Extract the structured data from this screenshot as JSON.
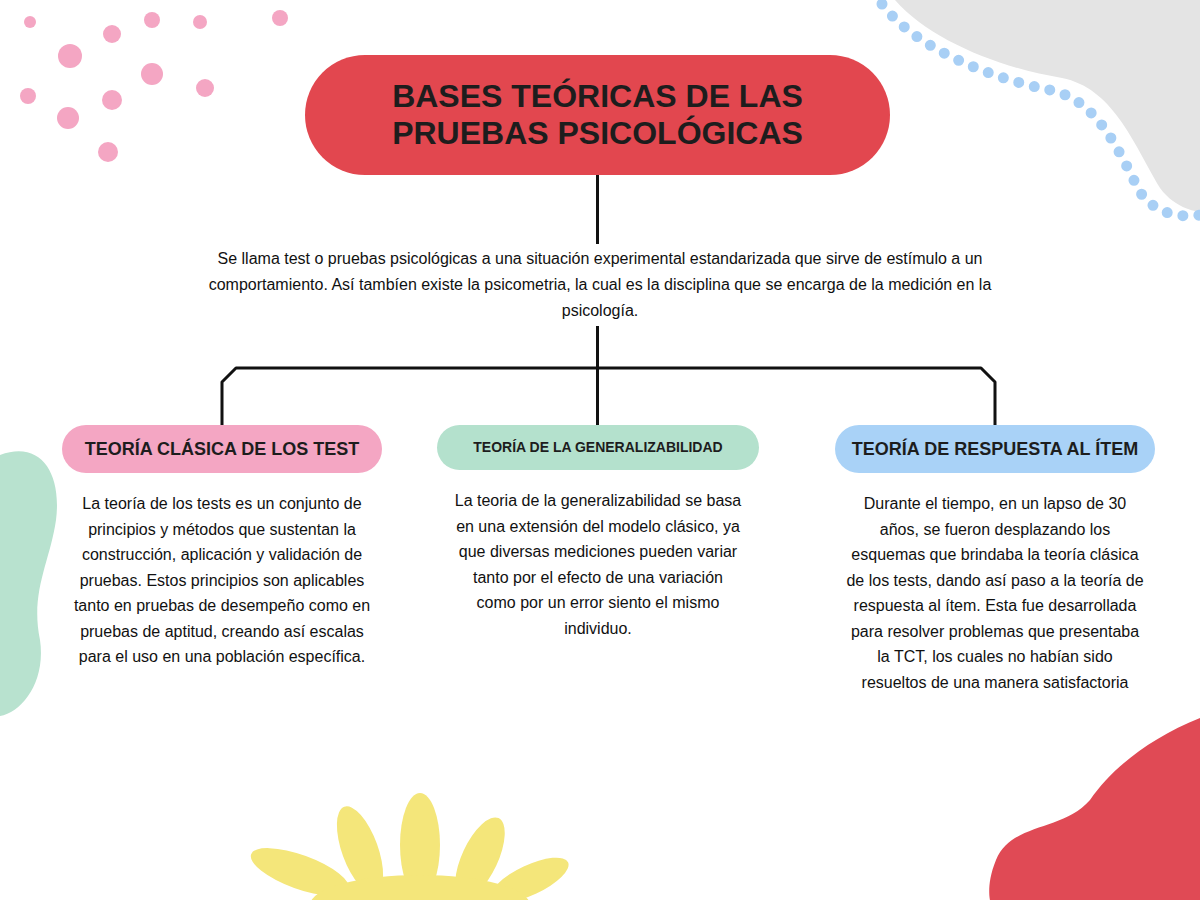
{
  "diagram": {
    "nodes": [
      {
        "text": [
          "BASES TEÓRICAS DE LAS PRUEBAS PSICOLÓGICAS"
        ]
      },
      {
        "text": [
          "TEORÍA CLÁSICA DE LOS TEST",
          "La teoría de los tests es un conjunto de principios y métodos que sustentan la construcción, aplicación y validación de pruebas. Estos principios son aplicables tanto en pruebas de desempeño como en pruebas de aptitud, creando así escalas para el uso en una población específica."
        ]
      },
      {
        "text": [
          "TEORÍA DE LA GENERALIZABILIDAD",
          "La teoria de la generalizabilidad se basa en una extensión del modelo clásico, ya que diversas mediciones pueden variar tanto por el efecto de una variación como por un error siento el mismo individuo."
        ]
      },
      {
        "text": [
          "TEORÍA DE RESPUESTA AL ÍTEM",
          "Durante el tiempo, en un lapso de 30 años, se fueron desplazando los esquemas que brindaba la teoría clásica de los tests, dando así paso a la teoría de respuesta al ítem. Esta fue desarrollada para resolver problemas que presentaba la TCT, los cuales no habían sido resueltos de una manera satisfactoria"
        ]
      }
    ],
    "edges": [
      {
        "from": 0,
        "to": 1,
        "arrow": "none"
      },
      {
        "from": 0,
        "to": 2,
        "arrow": "none"
      },
      {
        "from": 0,
        "to": 3,
        "arrow": "none"
      }
    ],
    "labels": [
      "Se llama test o pruebas psicológicas a una situación experimental estandarizada que sirve de estímulo a un comportamiento. Así tambíen existe la psicometria, la cual es la disciplina que se encarga de la medición en la psicología."
    ]
  }
}
